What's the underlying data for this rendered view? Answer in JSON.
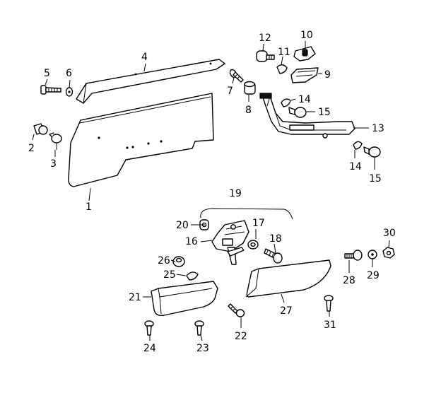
{
  "diagram": {
    "callouts": [
      {
        "id": "c1",
        "text": "1"
      },
      {
        "id": "c2",
        "text": "2"
      },
      {
        "id": "c3",
        "text": "3"
      },
      {
        "id": "c4",
        "text": "4"
      },
      {
        "id": "c5",
        "text": "5"
      },
      {
        "id": "c6",
        "text": "6"
      },
      {
        "id": "c7",
        "text": "7"
      },
      {
        "id": "c8",
        "text": "8"
      },
      {
        "id": "c9",
        "text": "9"
      },
      {
        "id": "c10",
        "text": "10"
      },
      {
        "id": "c11",
        "text": "11"
      },
      {
        "id": "c12",
        "text": "12"
      },
      {
        "id": "c13",
        "text": "13"
      },
      {
        "id": "c14a",
        "text": "14"
      },
      {
        "id": "c14b",
        "text": "14"
      },
      {
        "id": "c15a",
        "text": "15"
      },
      {
        "id": "c15b",
        "text": "15"
      },
      {
        "id": "c16",
        "text": "16"
      },
      {
        "id": "c17",
        "text": "17"
      },
      {
        "id": "c18",
        "text": "18"
      },
      {
        "id": "c19",
        "text": "19"
      },
      {
        "id": "c20",
        "text": "20"
      },
      {
        "id": "c21",
        "text": "21"
      },
      {
        "id": "c22",
        "text": "22"
      },
      {
        "id": "c23",
        "text": "23"
      },
      {
        "id": "c24",
        "text": "24"
      },
      {
        "id": "c25",
        "text": "25"
      },
      {
        "id": "c26",
        "text": "26"
      },
      {
        "id": "c27",
        "text": "27"
      },
      {
        "id": "c28",
        "text": "28"
      },
      {
        "id": "c29",
        "text": "29"
      },
      {
        "id": "c30",
        "text": "30"
      },
      {
        "id": "c31",
        "text": "31"
      }
    ]
  }
}
